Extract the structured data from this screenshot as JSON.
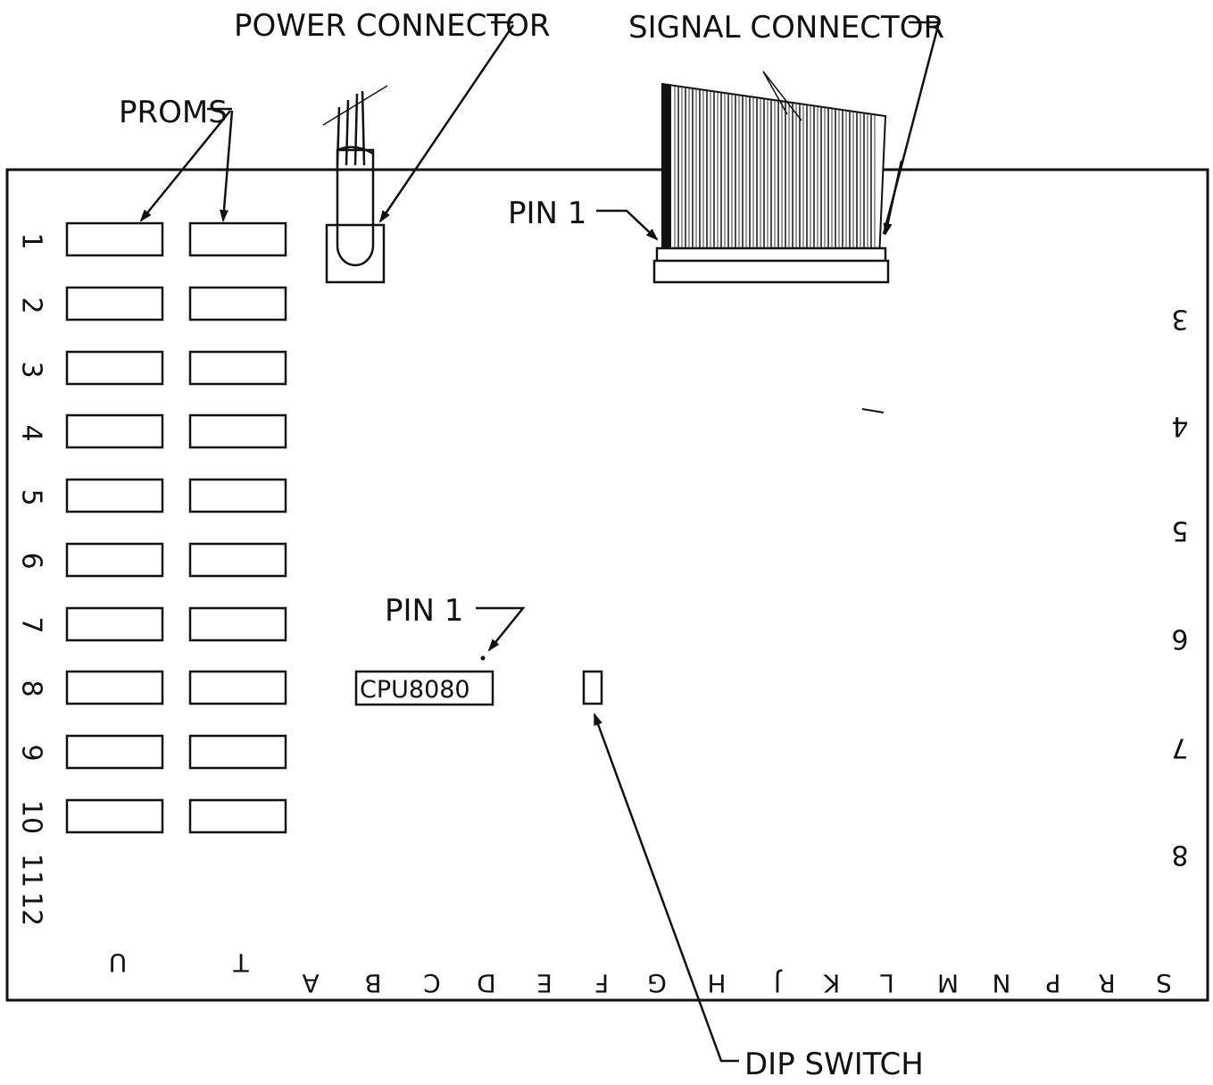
{
  "labels": {
    "power_connector": "POWER CONNECTOR",
    "signal_connector": "SIGNAL CONNECTOR",
    "proms": "PROMS",
    "pin1_signal": "PIN 1",
    "pin1_cpu": "PIN 1",
    "cpu": "CPU8080",
    "dip_switch": "DIP SWITCH"
  },
  "row_numbers_left": [
    "1",
    "2",
    "3",
    "4",
    "5",
    "6",
    "7",
    "8",
    "9",
    "10",
    "11",
    "12"
  ],
  "row_numbers_right": [
    "3",
    "4",
    "5",
    "6",
    "7",
    "8"
  ],
  "column_letters": [
    "U",
    "T",
    "A",
    "B",
    "C",
    "D",
    "E",
    "F",
    "G",
    "H",
    "J",
    "K",
    "L",
    "M",
    "N",
    "P",
    "R",
    "S"
  ]
}
